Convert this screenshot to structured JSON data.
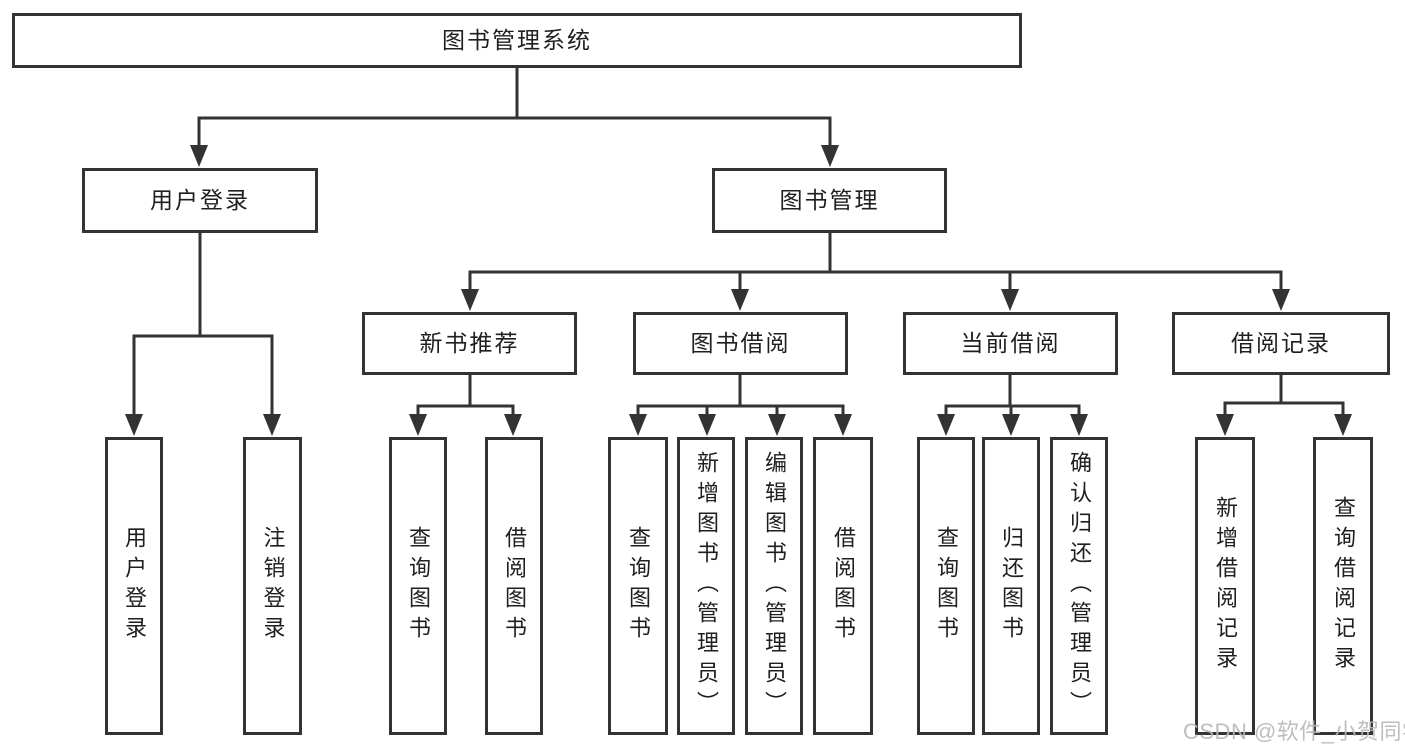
{
  "colors": {
    "bg": "#ffffff",
    "line": "#333333",
    "ink": "#1f1f1f",
    "watermark": "#b9b9b9"
  },
  "watermark": {
    "text": "CSDN @软件_小贺同学"
  },
  "tree": {
    "root": "图书管理系统",
    "children": [
      {
        "label": "用户登录",
        "children": [
          "用户登录",
          "注销登录"
        ]
      },
      {
        "label": "图书管理",
        "children": [
          {
            "label": "新书推荐",
            "children": [
              "查询图书",
              "借阅图书"
            ]
          },
          {
            "label": "图书借阅",
            "children": [
              "查询图书",
              "新增图书（管理员）",
              "编辑图书（管理员）",
              "借阅图书"
            ]
          },
          {
            "label": "当前借阅",
            "children": [
              "查询图书",
              "归还图书",
              "确认归还（管理员）"
            ]
          },
          {
            "label": "借阅记录",
            "children": [
              "新增借阅记录",
              "查询借阅记录"
            ]
          }
        ]
      }
    ]
  }
}
